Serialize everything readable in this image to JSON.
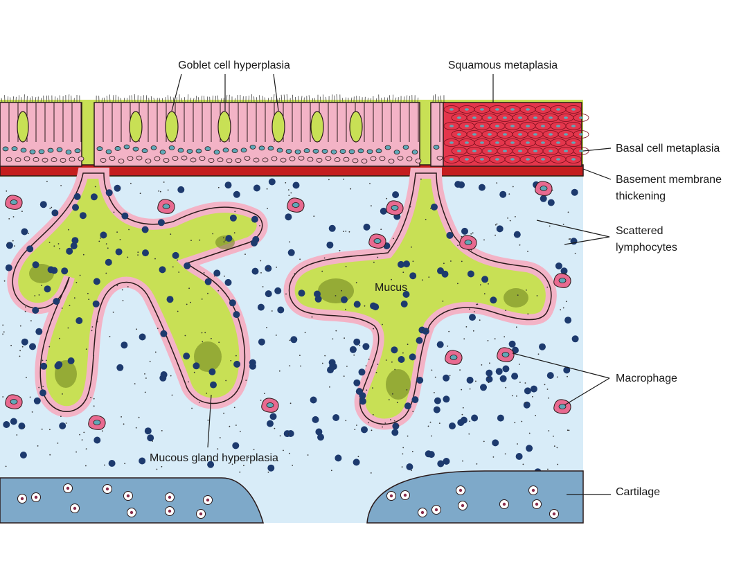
{
  "labels": {
    "goblet": "Goblet cell hyperplasia",
    "squamous": "Squamous metaplasia",
    "basal": "Basal cell metaplasia",
    "basement_1": "Basement membrane",
    "basement_2": "thickening",
    "lymph_1": "Scattered",
    "lymph_2": "lymphocytes",
    "mucus": "Mucus",
    "macrophage": "Macrophage",
    "mucous_gland": "Mucous gland hyperplasia",
    "cartilage": "Cartilage"
  },
  "colors": {
    "background": "#ffffff",
    "submucosa": "#d8ecf8",
    "mucus": "#c8e055",
    "epithelium": "#f3b3c6",
    "basement_membrane": "#c41e1e",
    "squamous": "#e4364c",
    "lymphocyte": "#1d3a6e",
    "macrophage": "#e86a90",
    "cartilage": "#7ea9c9",
    "outline": "#2a1a1a"
  }
}
